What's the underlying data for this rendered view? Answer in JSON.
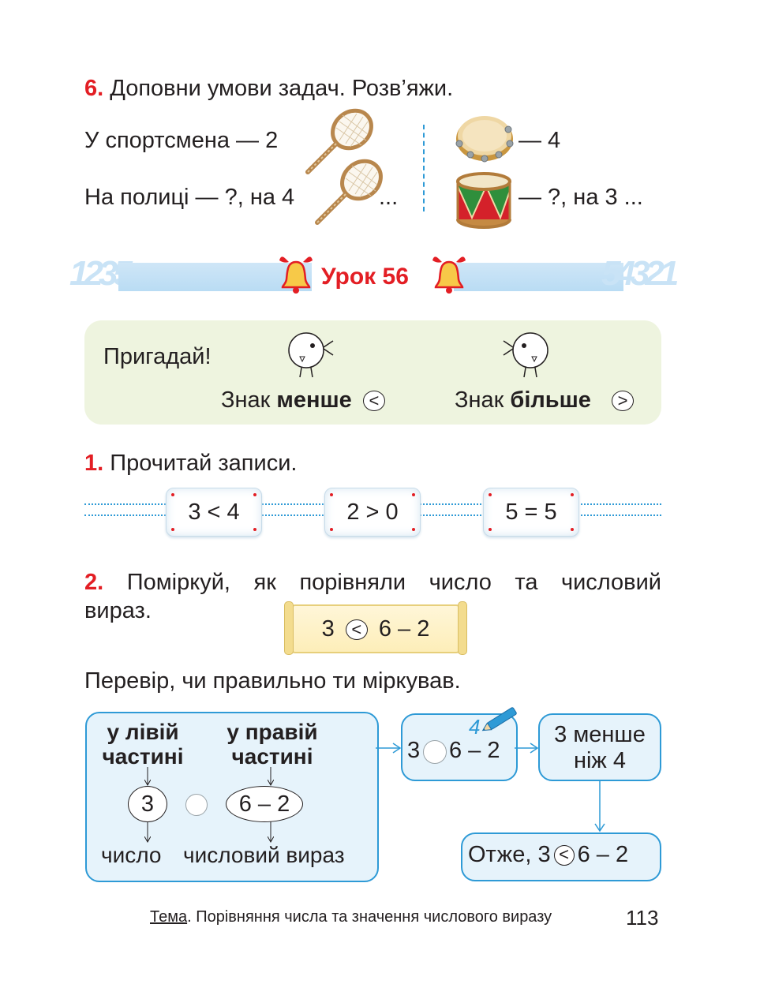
{
  "task6": {
    "number": "6.",
    "title": "Доповни умови задач. Розв’яжи.",
    "left_line1": "У спортсмена — 2",
    "left_line2": "На полиці — ?, на 4",
    "left_ellipsis": "...",
    "right_line1": "— 4",
    "right_line2": "— ?, на 3 ..."
  },
  "lesson": {
    "title": "Урок 56",
    "deco_left": "1235",
    "deco_right": "54321"
  },
  "remember": {
    "title": "Пригадай!",
    "less_prefix": "Знак ",
    "less_word": "менше",
    "less_symbol": "<",
    "greater_prefix": "Знак ",
    "greater_word": "більше",
    "greater_symbol": ">"
  },
  "task1": {
    "number": "1.",
    "title": "Прочитай записи.",
    "records": [
      "3 < 4",
      "2 > 0",
      "5 = 5"
    ]
  },
  "task2": {
    "number": "2.",
    "title_line1": "Поміркуй, як порівняли число та числовий",
    "title_line2": "вираз.",
    "scroll_left": "3",
    "scroll_sign": "<",
    "scroll_right": "6 – 2"
  },
  "check": {
    "text": "Перевір, чи правильно ти міркував."
  },
  "diagram": {
    "left_part_line1": "у лівій",
    "left_part_line2": "частині",
    "right_part_line1": "у правій",
    "right_part_line2": "частині",
    "left_value": "3",
    "right_value": "6 – 2",
    "label_number": "число",
    "label_expression": "числовий вираз",
    "calc_left": "3",
    "calc_right": "6 – 2",
    "pencil_result": "4",
    "compare_line1": "3 менше",
    "compare_line2": "ніж 4",
    "conclusion_prefix": "Отже, 3",
    "conclusion_sign": "<",
    "conclusion_suffix": "6 – 2"
  },
  "footer": {
    "topic_label": "Тема",
    "topic_text": ". Порівняння числа та значення числового виразу",
    "page": "113"
  },
  "colors": {
    "accent_red": "#e31e24",
    "accent_blue": "#2e9ad6",
    "box_green": "#eef4df",
    "box_blue": "#e6f3fb"
  }
}
